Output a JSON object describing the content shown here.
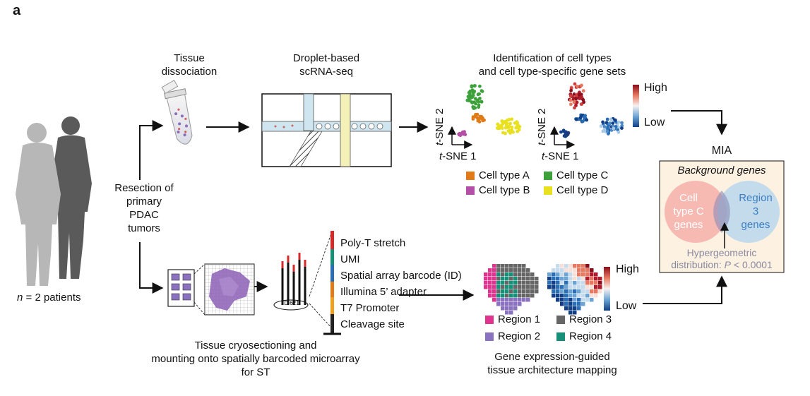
{
  "panel_label": "a",
  "patients_label_n": "n",
  "patients_label_rest": " = 2 patients",
  "resection_label": [
    "Resection of",
    "primary",
    "PDAC",
    "tumors"
  ],
  "top_path": {
    "dissociation_label": [
      "Tissue",
      "dissociation"
    ],
    "scrna_label": [
      "Droplet-based",
      "scRNA-seq"
    ],
    "identification_label": [
      "Identification of cell types",
      "and cell type-specific gene sets"
    ],
    "tsne_axis_x_t": "t",
    "tsne_axis_x": "-SNE 1",
    "tsne_axis_y": "-SNE 2",
    "scale_high": "High",
    "scale_low": "Low",
    "cell_types": [
      {
        "label": "Cell type A",
        "color": "#e07b17"
      },
      {
        "label": "Cell type C",
        "color": "#3ca13a"
      },
      {
        "label": "Cell type B",
        "color": "#b44fa8"
      },
      {
        "label": "Cell type D",
        "color": "#e9e01f"
      }
    ]
  },
  "bottom_path": {
    "section_label": [
      "Tissue cryosectioning and",
      "mounting onto spatially barcoded microarray",
      "for ST"
    ],
    "probe_id": "ID 621",
    "probe_parts": [
      {
        "label": "Poly-T stretch",
        "color": "#d62a2a"
      },
      {
        "label": "UMI",
        "color": "#17907a"
      },
      {
        "label": "Spatial array barcode (ID)",
        "color": "#2a6fb5"
      },
      {
        "label": "Illumina 5’ adapter",
        "color": "#e07b17"
      },
      {
        "label": "T7 Promoter",
        "color": "#f0a020"
      },
      {
        "label": "Cleavage site",
        "color": "#222222"
      }
    ],
    "scale_high": "High",
    "scale_low": "Low",
    "regions": [
      {
        "label": "Region 1",
        "color": "#e0338f"
      },
      {
        "label": "Region 3",
        "color": "#666666"
      },
      {
        "label": "Region 2",
        "color": "#8a72c0"
      },
      {
        "label": "Region 4",
        "color": "#17907a"
      }
    ],
    "mapping_label": [
      "Gene expression-guided",
      "tissue architecture mapping"
    ]
  },
  "mia": {
    "title": "MIA",
    "background_label": "Background genes",
    "left_circle": [
      "Cell",
      "type C",
      "genes"
    ],
    "right_circle": [
      "Region",
      "3",
      "genes"
    ],
    "stat_label": "Hypergeometric",
    "stat_label2_pre": "distribution: ",
    "stat_p": "P",
    "stat_label2_post": " < 0.0001",
    "left_color": "#f28c8c",
    "right_color": "#a9d2f0",
    "box_color": "#fdf1e2"
  }
}
